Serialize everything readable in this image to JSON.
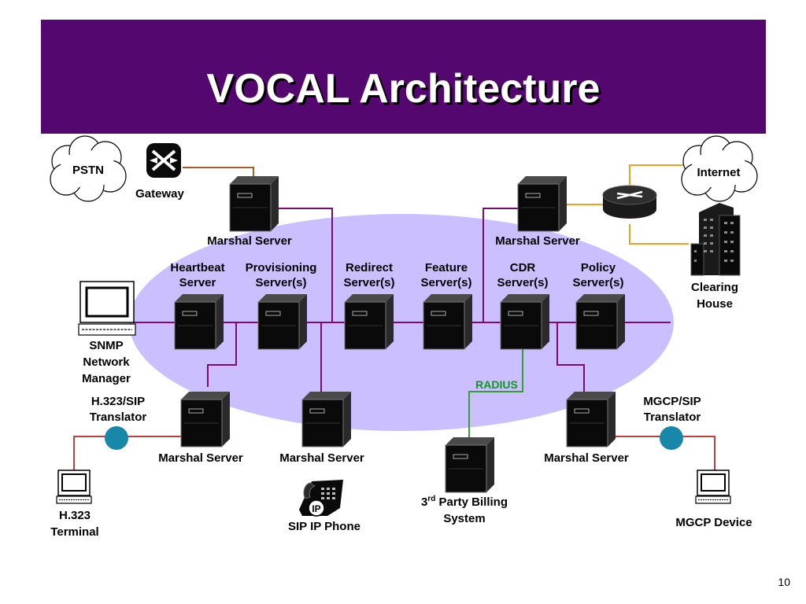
{
  "title": "VOCAL Architecture",
  "page_number": "10",
  "labels": {
    "pstn": "PSTN",
    "internet": "Internet",
    "gateway": "Gateway",
    "marshal_server": "Marshal Server",
    "heartbeat_1": "Heartbeat",
    "heartbeat_2": "Server",
    "provisioning_1": "Provisioning",
    "provisioning_2": "Server(s)",
    "redirect_1": "Redirect",
    "redirect_2": "Server(s)",
    "feature_1": "Feature",
    "feature_2": "Server(s)",
    "cdr_1": "CDR",
    "cdr_2": "Server(s)",
    "policy_1": "Policy",
    "policy_2": "Server(s)",
    "clearing_1": "Clearing",
    "clearing_2": "House",
    "snmp_1": "SNMP",
    "snmp_2": "Network",
    "snmp_3": "Manager",
    "h323sip_1": "H.323/SIP",
    "h323sip_2": "Translator",
    "mgcpsip_1": "MGCP/SIP",
    "mgcpsip_2": "Translator",
    "radius": "RADIUS",
    "h323_terminal_1": "H.323",
    "h323_terminal_2": "Terminal",
    "sip_phone": "SIP IP Phone",
    "billing_sup": "rd",
    "billing_prefix": "3",
    "billing_1": "Party Billing",
    "billing_2": "System",
    "mgcp_device": "MGCP Device",
    "ip_badge": "IP"
  },
  "colors": {
    "title_bg": "#54076e",
    "ellipse": "#ccbfff",
    "purple_line": "#7d0a6e",
    "orange_line": "#f0a020",
    "brown_line": "#a85a28",
    "green_line": "#30a030",
    "red_line": "#c04040",
    "translator": "#1888a8"
  },
  "icons": [
    "server-icon",
    "cloud-icon",
    "gateway-icon",
    "router-icon",
    "building-icon",
    "workstation-icon",
    "terminal-icon",
    "ip-phone-icon",
    "translator-icon"
  ]
}
